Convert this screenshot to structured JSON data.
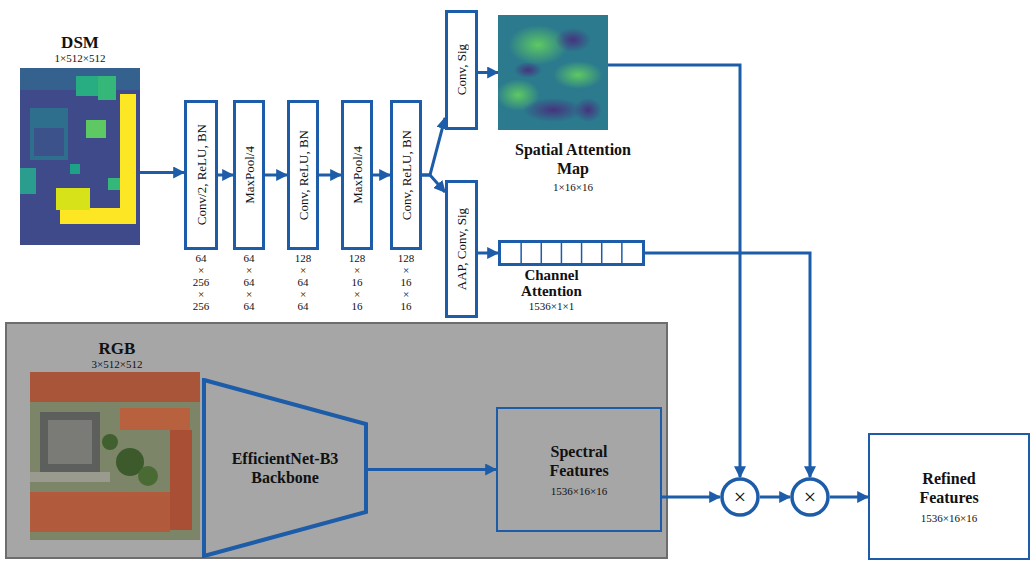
{
  "diagram": {
    "nodes": [
      {
        "text": [
          "DSM",
          "1×512×512"
        ]
      },
      {
        "text": [
          "Conv/2, ReLU, BN",
          "64 × 256 × 256"
        ]
      },
      {
        "text": [
          "MaxPool/4",
          "64 × 64 × 64"
        ]
      },
      {
        "text": [
          "Conv, ReLU, BN",
          "128 × 64 × 64"
        ]
      },
      {
        "text": [
          "MaxPool/4",
          "128 × 16 × 16"
        ]
      },
      {
        "text": [
          "Conv, ReLU, BN",
          "128 × 16 × 16"
        ]
      },
      {
        "text": [
          "Conv, Sig"
        ]
      },
      {
        "text": [
          "AAP, Conv, Sig"
        ]
      },
      {
        "text": [
          "Spatial Attention Map",
          "1×16×16"
        ]
      },
      {
        "text": [
          "Channel Attention",
          "1536×1×1"
        ]
      },
      {
        "text": []
      },
      {
        "text": [
          "RGB",
          "3×512×512"
        ],
        "in": 10
      },
      {
        "text": [
          "EfficientNet-B3 Backbone"
        ],
        "in": 10
      },
      {
        "text": [
          "Spectral Features",
          "1536×16×16"
        ],
        "in": 10
      },
      {
        "text": [
          "×"
        ]
      },
      {
        "text": [
          "×"
        ]
      },
      {
        "text": [
          "Refined Features",
          "1536×16×16"
        ]
      }
    ],
    "edges": [
      {
        "from": 0,
        "to": 1,
        "arrow": "to"
      },
      {
        "from": 1,
        "to": 2,
        "arrow": "to"
      },
      {
        "from": 2,
        "to": 3,
        "arrow": "to"
      },
      {
        "from": 3,
        "to": 4,
        "arrow": "to"
      },
      {
        "from": 4,
        "to": 5,
        "arrow": "to"
      },
      {
        "from": 5,
        "to": 6,
        "arrow": "to"
      },
      {
        "from": 5,
        "to": 7,
        "arrow": "to"
      },
      {
        "from": 6,
        "to": 8,
        "arrow": "to"
      },
      {
        "from": 7,
        "to": 9,
        "arrow": "to"
      },
      {
        "from": 8,
        "to": 14,
        "arrow": "to"
      },
      {
        "from": 9,
        "to": 15,
        "arrow": "to"
      },
      {
        "from": 12,
        "to": 13,
        "arrow": "to"
      },
      {
        "from": 13,
        "to": 14,
        "arrow": "to"
      },
      {
        "from": 14,
        "to": 15,
        "arrow": "to"
      },
      {
        "from": 15,
        "to": 16,
        "arrow": "to"
      }
    ]
  }
}
